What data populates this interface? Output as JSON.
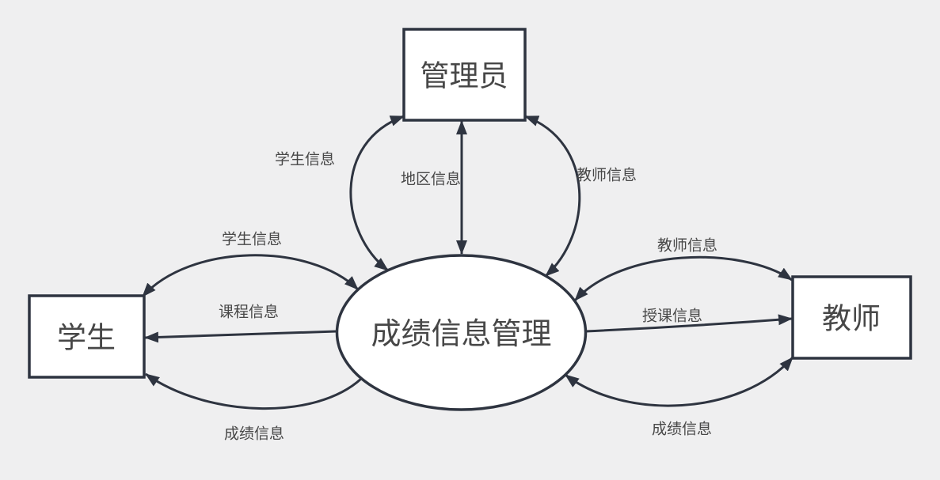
{
  "colors": {
    "bg": "#efeff0",
    "stroke": "#2e3440",
    "node_fill": "#ffffff",
    "text": "#474747"
  },
  "diagram": {
    "type": "data-flow-diagram",
    "process": {
      "label": "成绩信息管理"
    },
    "entities": {
      "admin": {
        "label": "管理员"
      },
      "student": {
        "label": "学生"
      },
      "teacher": {
        "label": "教师"
      }
    },
    "flows": [
      {
        "from": "process",
        "to": "admin",
        "label": "学生信息",
        "bidirectional": true
      },
      {
        "from": "process",
        "to": "admin",
        "label": "地区信息",
        "bidirectional": true
      },
      {
        "from": "process",
        "to": "admin",
        "label": "教师信息",
        "bidirectional": true
      },
      {
        "from": "student",
        "to": "process",
        "label": "学生信息",
        "bidirectional": true
      },
      {
        "from": "process",
        "to": "student",
        "label": "课程信息",
        "bidirectional": false
      },
      {
        "from": "process",
        "to": "student",
        "label": "成绩信息",
        "bidirectional": false
      },
      {
        "from": "process",
        "to": "teacher",
        "label": "教师信息",
        "bidirectional": true
      },
      {
        "from": "process",
        "to": "teacher",
        "label": "授课信息",
        "bidirectional": false
      },
      {
        "from": "teacher",
        "to": "process",
        "label": "成绩信息",
        "bidirectional": true
      }
    ]
  }
}
